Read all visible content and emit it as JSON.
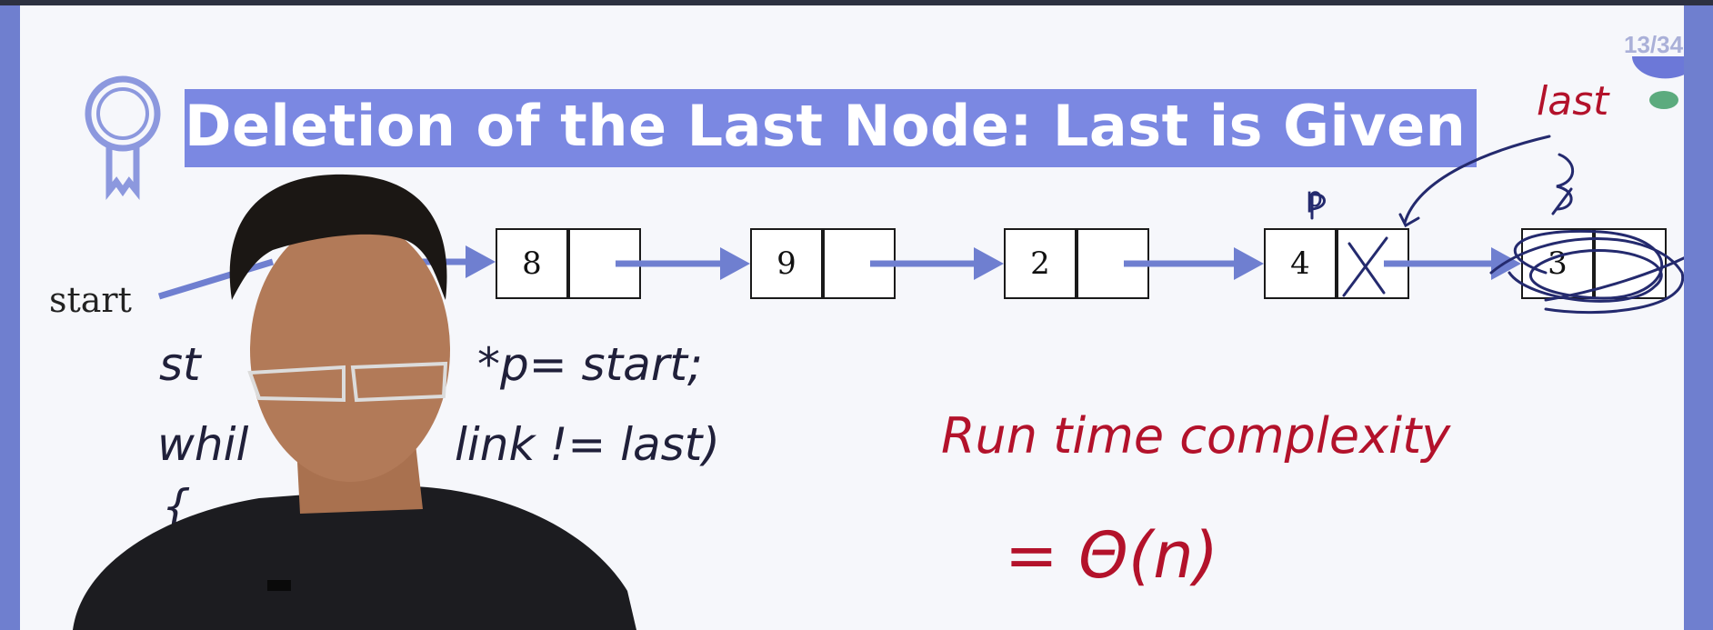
{
  "slide": {
    "title": "Deletion of the Last Node: Last is Given",
    "page_indicator": "13/34",
    "start_label": "start"
  },
  "nodes": [
    {
      "value": "8"
    },
    {
      "value": "9"
    },
    {
      "value": "2"
    },
    {
      "value": "4"
    },
    {
      "value": "3"
    }
  ],
  "annotations": {
    "last_label": "last",
    "p_label": "p",
    "code_line_1_left": "st",
    "code_line_1_right": "*p= start;",
    "code_line_2_left": "whil",
    "code_line_2_right": "link != last)",
    "code_line_3": "{",
    "runtime_label": "Run time complexity",
    "runtime_value": "= Θ(n)"
  },
  "colors": {
    "title_band": "#7b88e2",
    "arrow": "#6f7fd0",
    "ink_red": "#b3122b",
    "ink_blue": "#242a6e"
  }
}
